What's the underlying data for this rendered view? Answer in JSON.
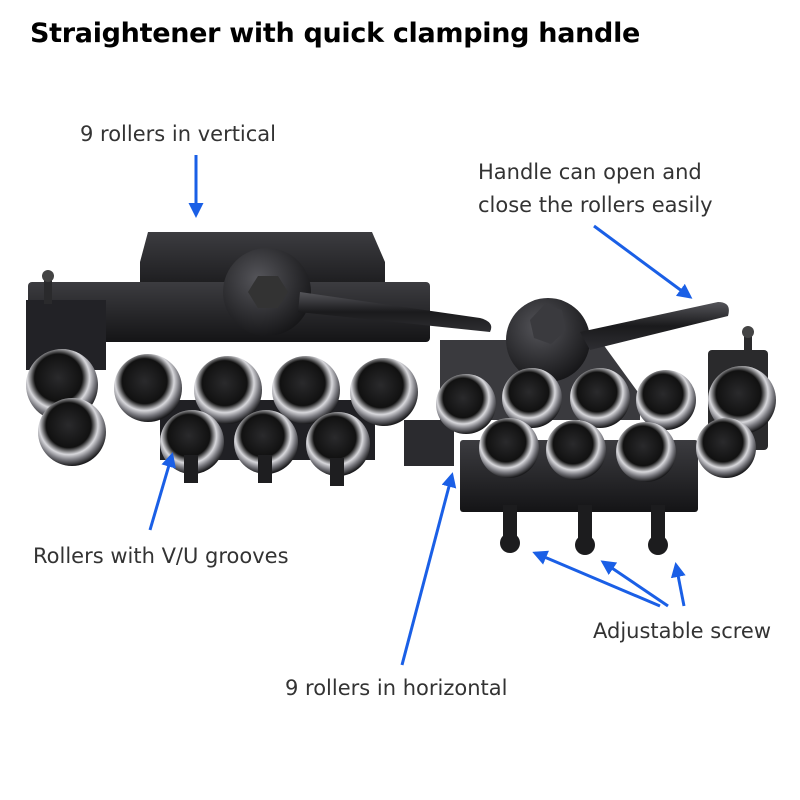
{
  "title": "Straightener with quick clamping handle",
  "labels": {
    "vertical": "9 rollers in vertical",
    "handle_line1": "Handle can open and",
    "handle_line2": "close the rollers easily",
    "grooves": "Rollers with V/U grooves",
    "screw": "Adjustable screw",
    "horizontal": "9 rollers in horizontal"
  },
  "colors": {
    "arrow": "#1a5fe6",
    "metal_dark": "#1c1c1e",
    "metal_mid": "#3a3a3e",
    "roller_silver": "#b8b8bc"
  }
}
